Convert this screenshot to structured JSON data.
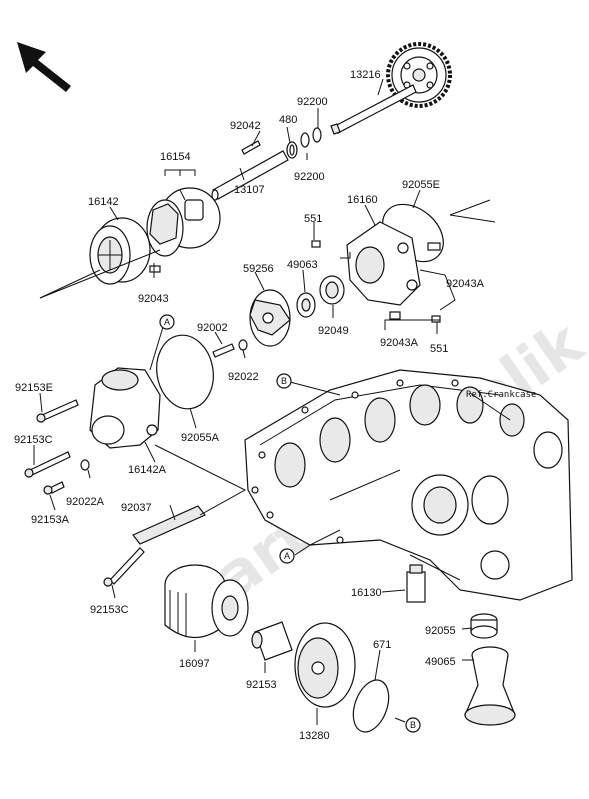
{
  "diagram": {
    "reference_label": "Ref.Crankcase",
    "watermark": "PartsRepublik",
    "markers": {
      "a": "A",
      "b": "B"
    },
    "part_numbers": {
      "p13216": "13216",
      "p92200_top": "92200",
      "p92200_bottom": "92200",
      "p92042": "92042",
      "p480": "480",
      "p16154": "16154",
      "p13107": "13107",
      "p16142": "16142",
      "p92043": "92043",
      "p92055E": "92055E",
      "p16160": "16160",
      "p551_top": "551",
      "p49063": "49063",
      "p59256": "59256",
      "p92043A_right": "92043A",
      "p92049": "92049",
      "p92043A_lower": "92043A",
      "p551_lower": "551",
      "p92002": "92002",
      "p92022": "92022",
      "p92153E": "92153E",
      "p92153C_upper": "92153C",
      "p92055A": "92055A",
      "p16142A": "16142A",
      "p92022A": "92022A",
      "p92037": "92037",
      "p92153A": "92153A",
      "p92153C_lower": "92153C",
      "p16097": "16097",
      "p92153": "92153",
      "p13280": "13280",
      "p671": "671",
      "p16130": "16130",
      "p92055": "92055",
      "p49065": "49065"
    }
  }
}
